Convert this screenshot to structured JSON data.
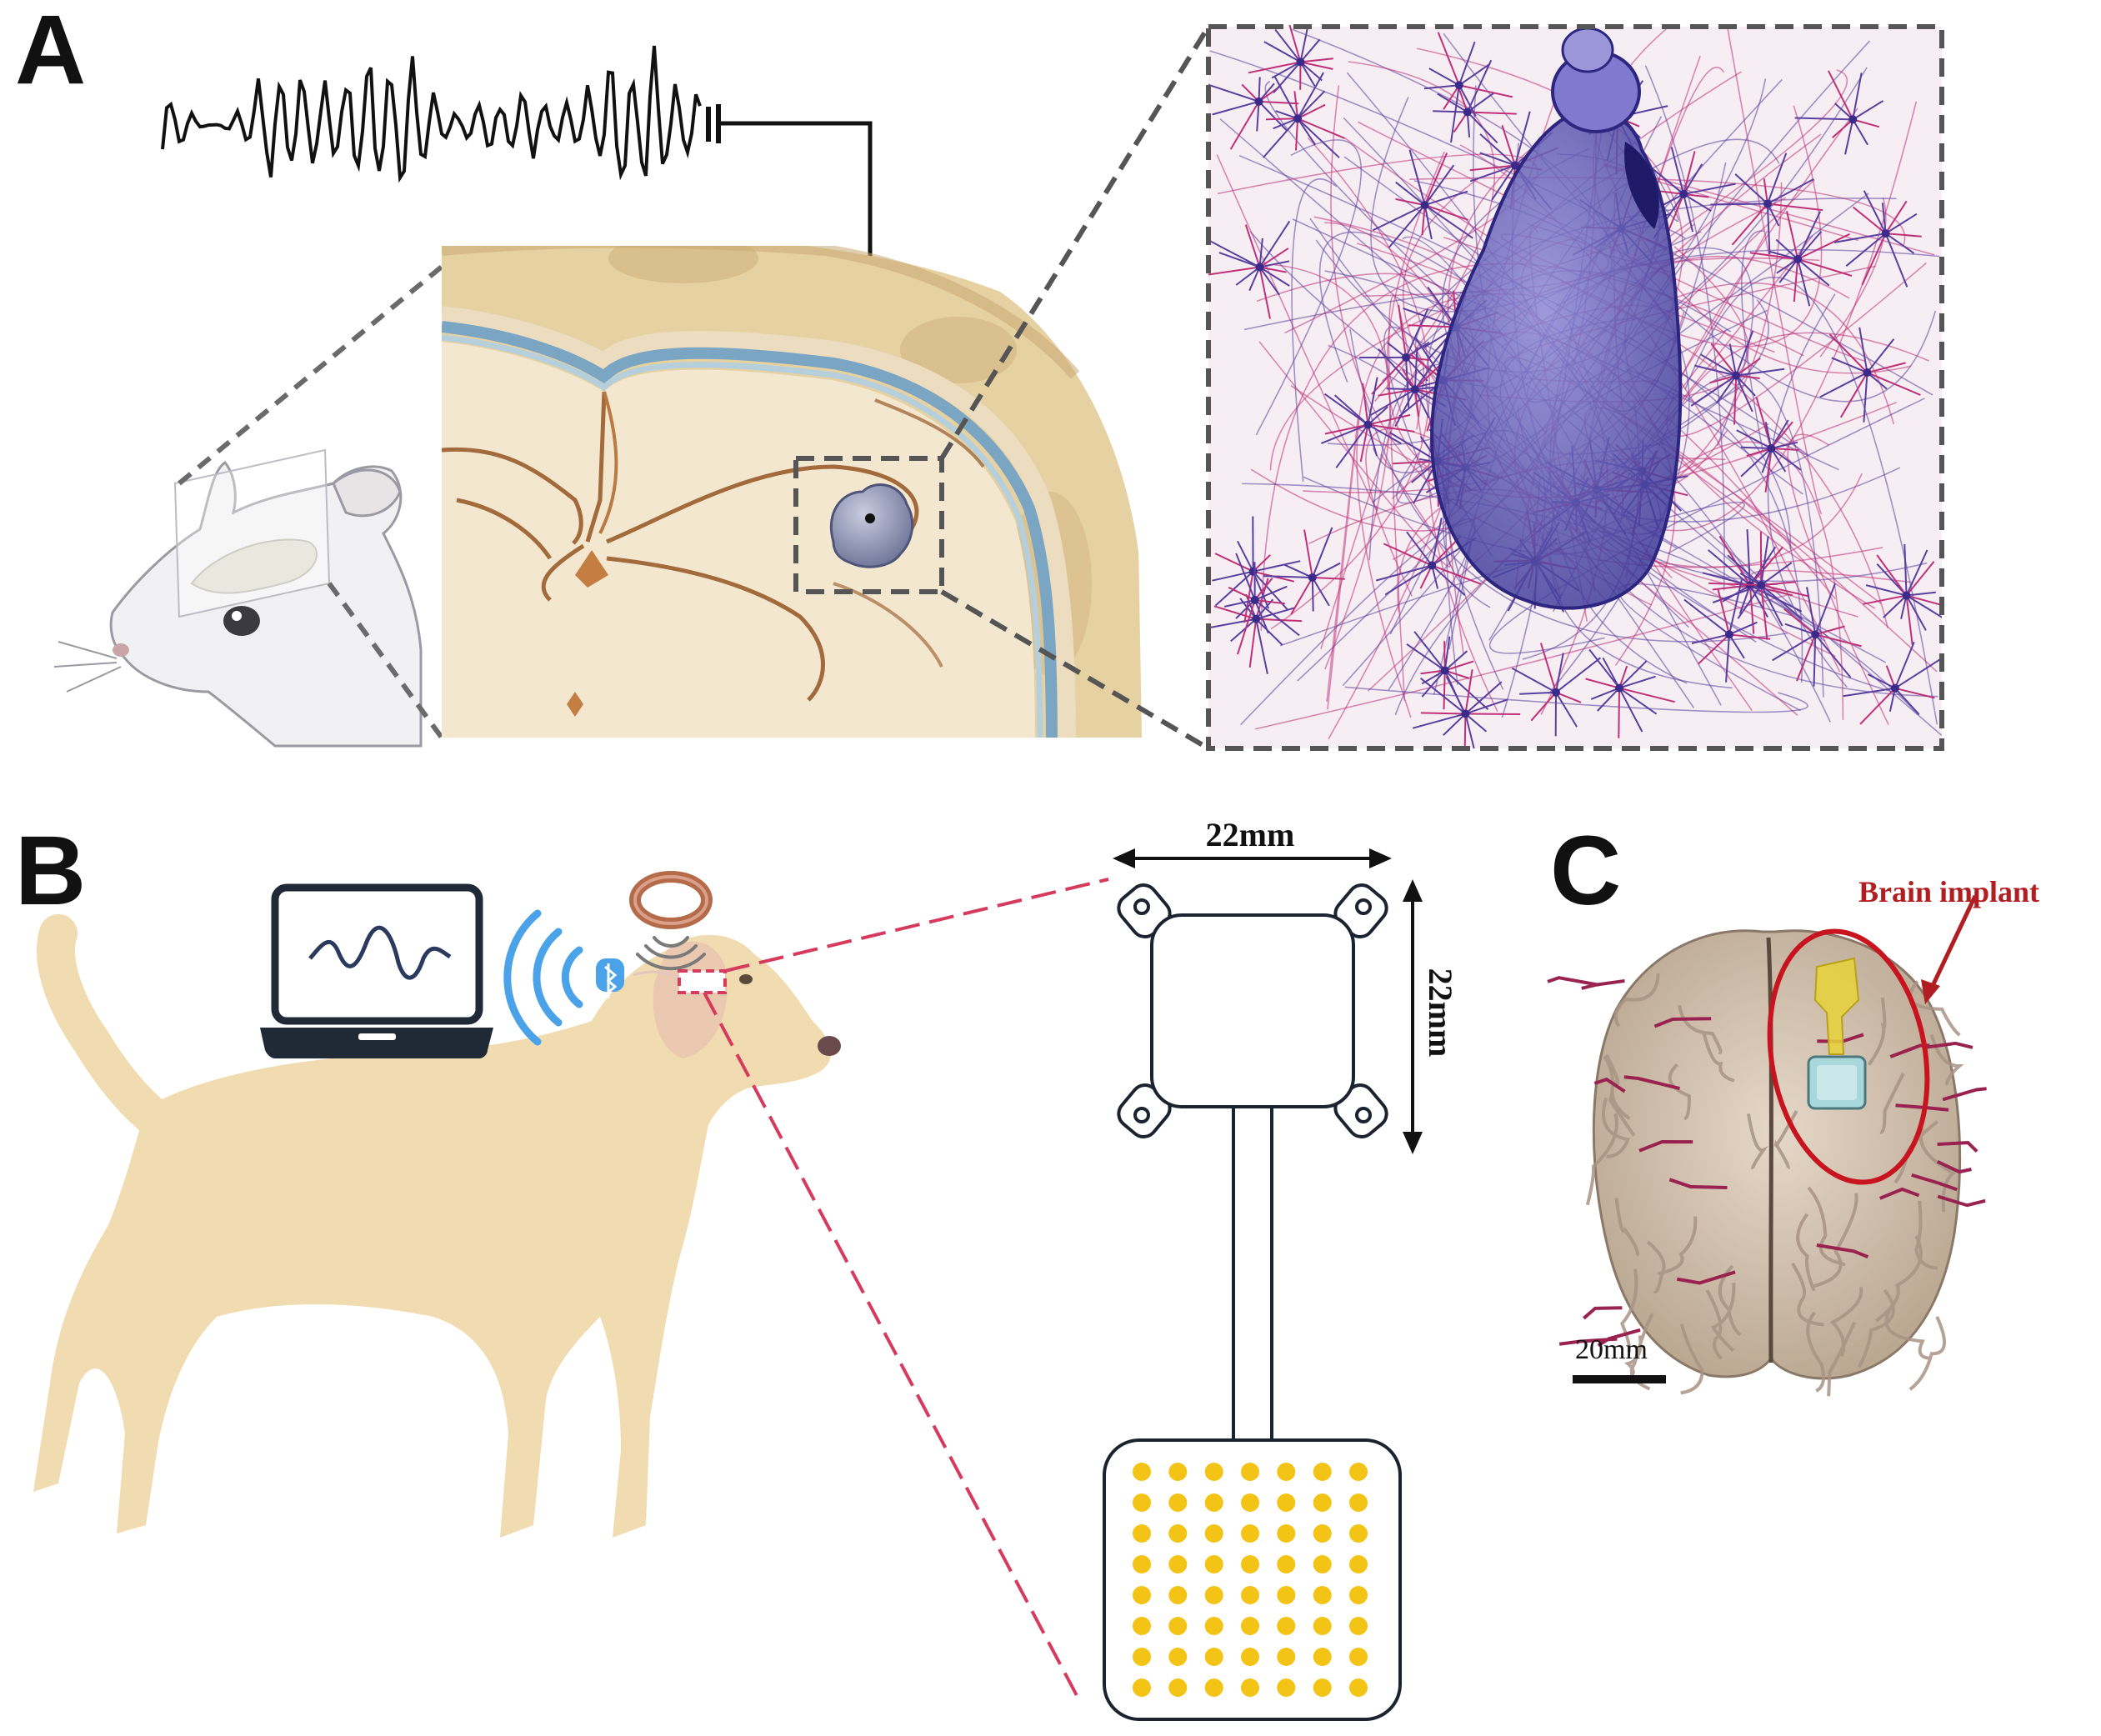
{
  "panels": {
    "a": {
      "letter": "A"
    },
    "b": {
      "letter": "B",
      "dimension_width": "22mm",
      "dimension_height": "22mm",
      "electrode_grid": {
        "rows": 8,
        "cols": 7
      }
    },
    "c": {
      "letter": "C",
      "annotation": "Brain implant",
      "scale_bar": "20mm"
    }
  },
  "colors": {
    "skull": "#e8d4a6",
    "brain_tissue": "#f2e6cf",
    "membrane": "#7aa6c4",
    "tumor": "#7f86a8",
    "neuron_purple": "#5a3fa0",
    "neuron_pink": "#c03078",
    "dog_body": "#f0dcb0",
    "coil": "#b56a4a",
    "wireless": "#4aa3e8",
    "dashed_red": "#d63b5e",
    "electrode": "#f3c416",
    "annotation_red": "#b01e22",
    "brain_model": "#d8c8b8",
    "implant_yellow": "#e8d23a",
    "implant_chip": "#a8d8dc"
  },
  "icons": [
    "rat-illustration",
    "brain-cross-section",
    "tumor",
    "neuron-network",
    "eeg-signal",
    "electrode-lead",
    "dog-illustration",
    "laptop-icon",
    "bluetooth-icon",
    "wireless-signal-icon",
    "charging-coil",
    "implant-schematic",
    "brain-photo"
  ]
}
